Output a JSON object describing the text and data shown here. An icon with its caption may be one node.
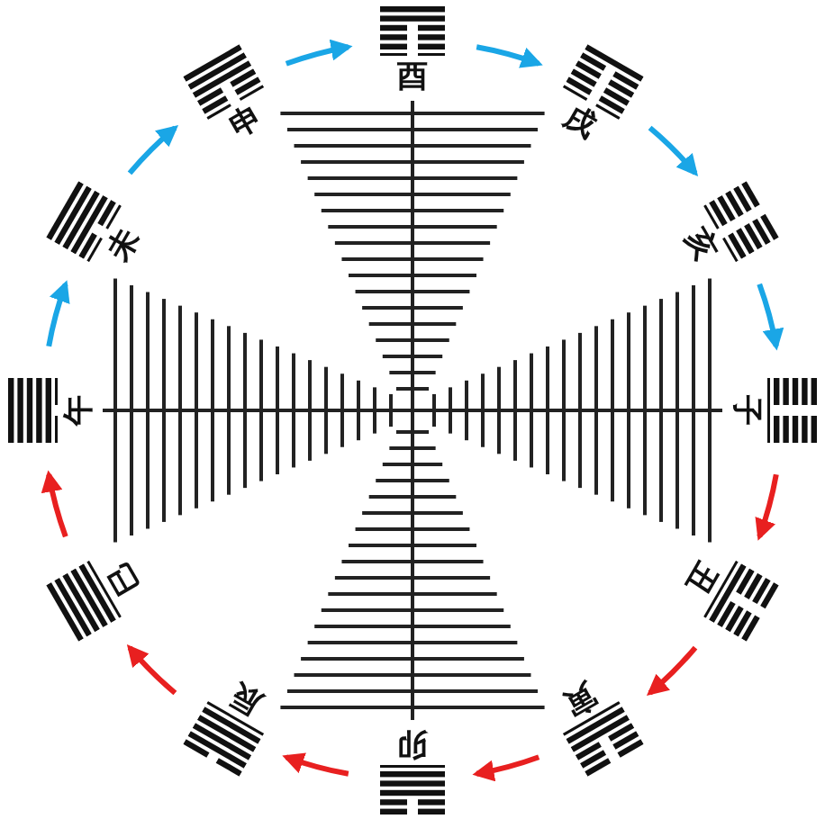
{
  "diagram": {
    "nodes": [
      {
        "text": [
          "酉"
        ]
      },
      {
        "text": [
          "戌"
        ]
      },
      {
        "text": [
          "亥"
        ]
      },
      {
        "text": [
          "子"
        ]
      },
      {
        "text": [
          "丑"
        ]
      },
      {
        "text": [
          "寅"
        ]
      },
      {
        "text": [
          "卯"
        ]
      },
      {
        "text": [
          "辰"
        ]
      },
      {
        "text": [
          "巳"
        ]
      },
      {
        "text": [
          "午"
        ]
      },
      {
        "text": [
          "未"
        ]
      },
      {
        "text": [
          "申"
        ]
      }
    ],
    "edges": [
      {
        "from": 0,
        "to": 1,
        "arrow": "to",
        "color": "#1aa6e6"
      },
      {
        "from": 1,
        "to": 2,
        "arrow": "to",
        "color": "#1aa6e6"
      },
      {
        "from": 2,
        "to": 3,
        "arrow": "to",
        "color": "#1aa6e6"
      },
      {
        "from": 3,
        "to": 4,
        "arrow": "to",
        "color": "#e82020"
      },
      {
        "from": 4,
        "to": 5,
        "arrow": "to",
        "color": "#e82020"
      },
      {
        "from": 5,
        "to": 6,
        "arrow": "to",
        "color": "#e82020"
      },
      {
        "from": 6,
        "to": 7,
        "arrow": "to",
        "color": "#e82020"
      },
      {
        "from": 7,
        "to": 8,
        "arrow": "to",
        "color": "#e82020"
      },
      {
        "from": 8,
        "to": 9,
        "arrow": "to",
        "color": "#e82020"
      },
      {
        "from": 9,
        "to": 10,
        "arrow": "to",
        "color": "#1aa6e6"
      },
      {
        "from": 10,
        "to": 11,
        "arrow": "to",
        "color": "#1aa6e6"
      },
      {
        "from": 11,
        "to": 0,
        "arrow": "to",
        "color": "#1aa6e6"
      }
    ]
  }
}
